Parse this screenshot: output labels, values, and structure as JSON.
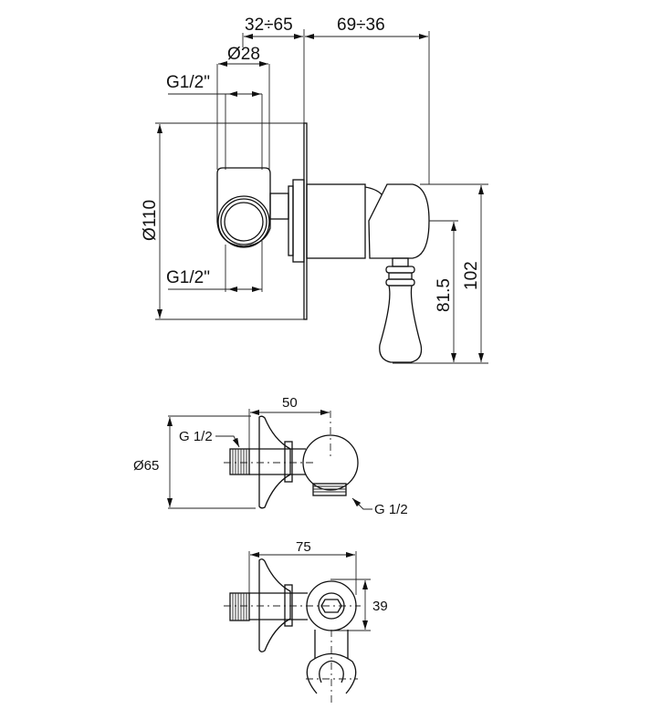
{
  "top_view": {
    "dim_32_65": "32÷65",
    "dim_69_36": "69÷36",
    "dim_d28": "Ø28",
    "thread_top": "G1/2\"",
    "thread_bottom": "G1/2\"",
    "dim_d110": "Ø110",
    "dim_102": "102",
    "dim_81_5": "81.5"
  },
  "outlet_side_view": {
    "dim_50": "50",
    "dim_d65": "Ø65",
    "thread_inlet": "G 1/2",
    "thread_outlet": "G 1/2"
  },
  "outlet_front_view": {
    "dim_75": "75",
    "dim_39": "39"
  }
}
